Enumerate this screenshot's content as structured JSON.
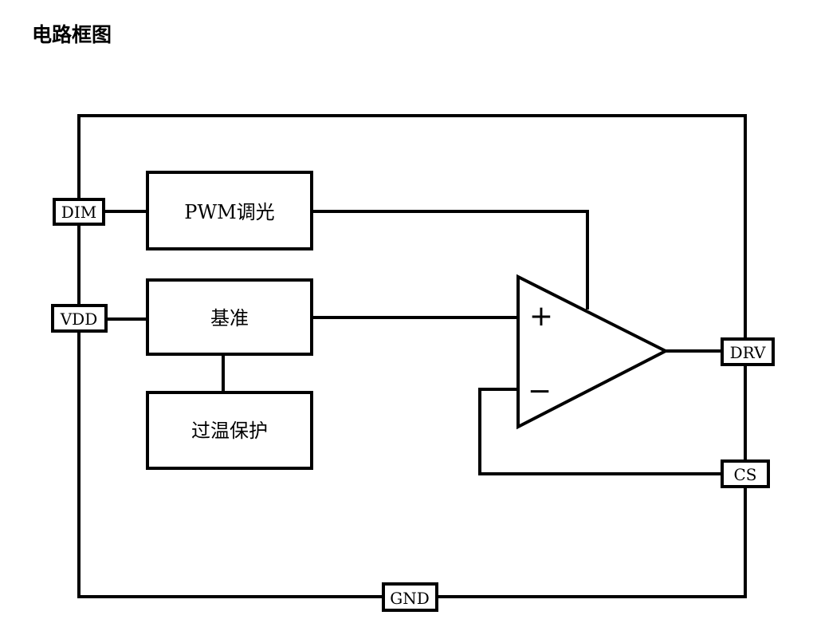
{
  "title": "电路框图",
  "blocks": {
    "pwm": "PWM调光",
    "ref": "基准",
    "otp": "过温保护"
  },
  "pins": {
    "dim": "DIM",
    "vdd": "VDD",
    "drv": "DRV",
    "cs": "CS",
    "gnd": "GND"
  },
  "opamp": {
    "plus": "+",
    "minus": "−"
  }
}
